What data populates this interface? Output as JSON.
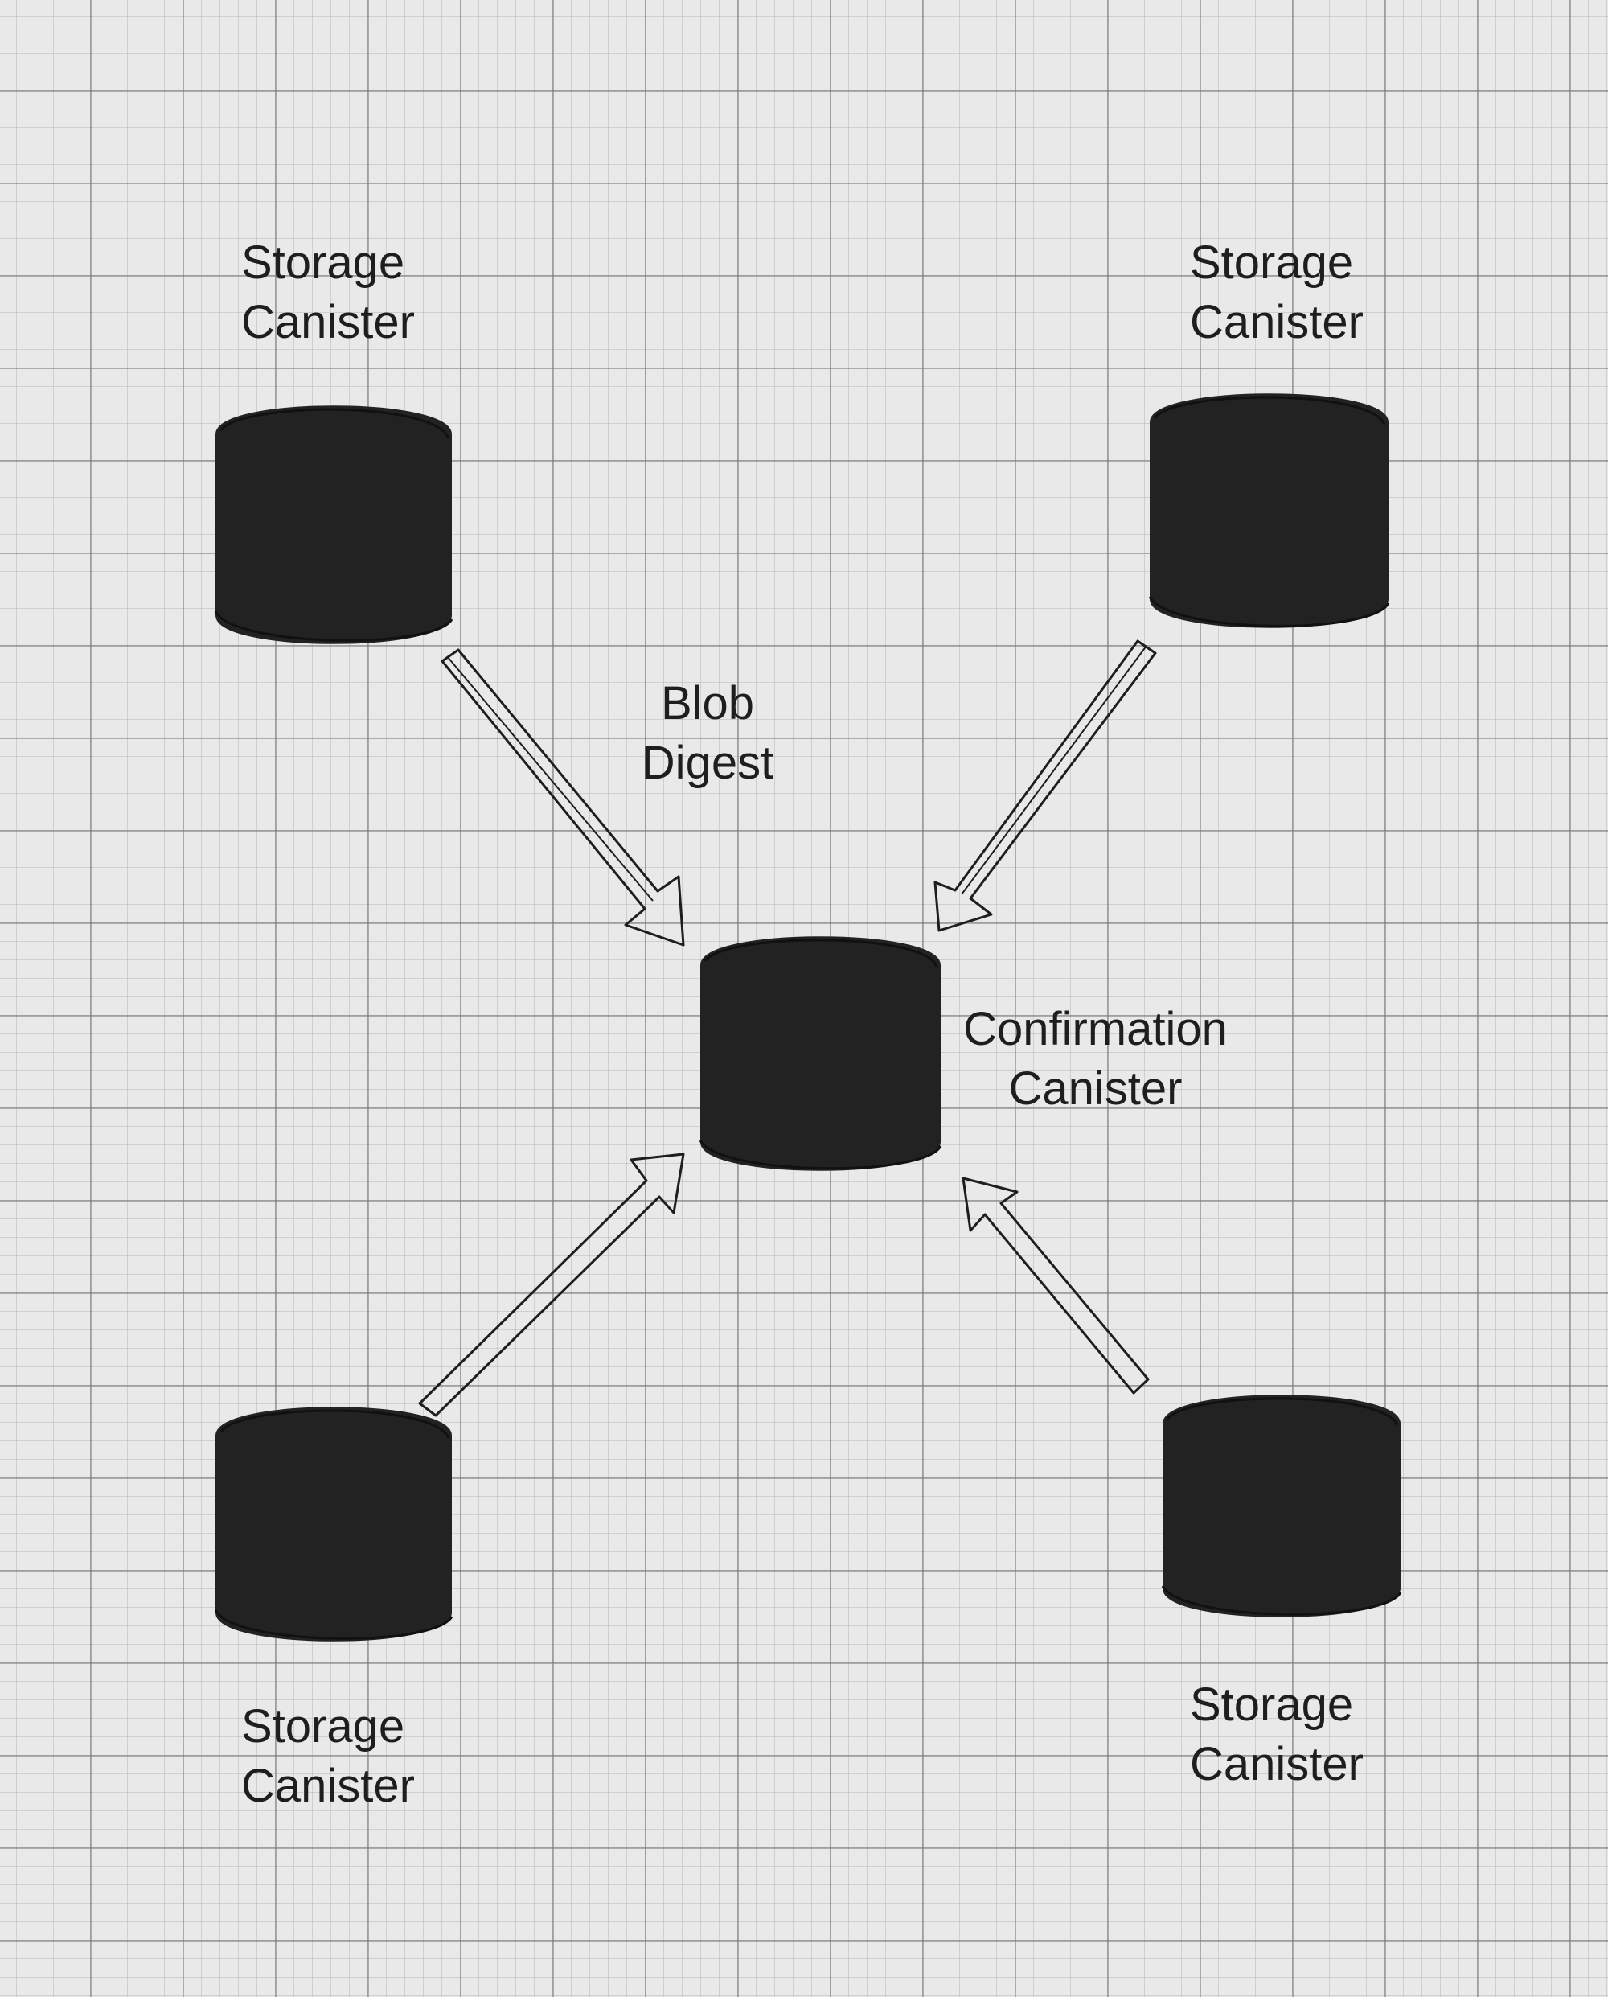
{
  "diagram": {
    "storage_top_left": {
      "line1": "Storage",
      "line2": "Canister"
    },
    "storage_top_right": {
      "line1": "Storage",
      "line2": "Canister"
    },
    "storage_bottom_left": {
      "line1": "Storage",
      "line2": "Canister"
    },
    "storage_bottom_right": {
      "line1": "Storage",
      "line2": "Canister"
    },
    "confirmation": {
      "line1": "Confirmation",
      "line2": "Canister"
    },
    "arrow_label": {
      "line1": "Blob",
      "line2": "Digest"
    }
  },
  "colors": {
    "background": "#e9e9e9",
    "canister_fill": "#222222",
    "stroke": "#1e1e1e"
  }
}
